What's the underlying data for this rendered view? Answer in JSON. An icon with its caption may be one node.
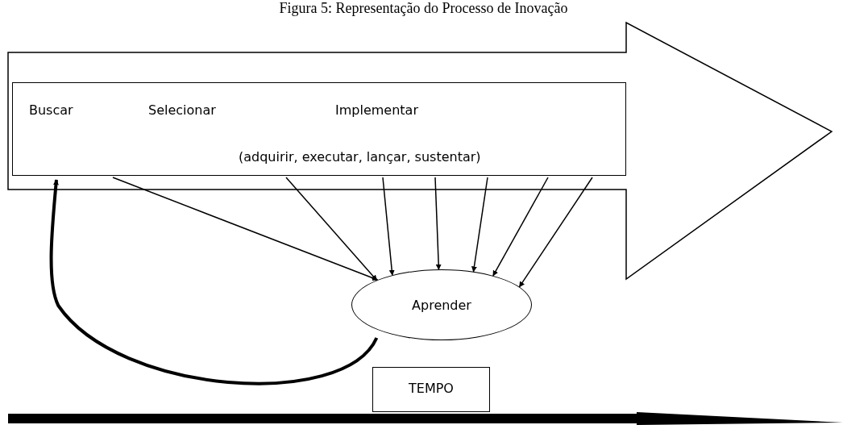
{
  "diagram": {
    "title": "Figura 5: Representação do Processo de Inovação",
    "nodes": [
      {
        "text": [],
        "shape": "arrow"
      },
      {
        "text": [
          "Buscar",
          "Selecionar",
          "Implementar",
          "(adquirir, executar, lançar, sustentar)"
        ],
        "in": 0
      },
      {
        "text": [
          "Aprender"
        ]
      },
      {
        "text": [
          "TEMPO"
        ]
      }
    ],
    "edges": [
      {
        "from": 1,
        "to": 2,
        "arrow": "to"
      },
      {
        "from": 1,
        "to": 2,
        "arrow": "to"
      },
      {
        "from": 1,
        "to": 2,
        "arrow": "to"
      },
      {
        "from": 1,
        "to": 2,
        "arrow": "to"
      },
      {
        "from": 1,
        "to": 2,
        "arrow": "to"
      },
      {
        "from": 1,
        "to": 2,
        "arrow": "to"
      },
      {
        "from": 1,
        "to": 2,
        "arrow": "to"
      },
      {
        "from": 2,
        "to": 1,
        "arrow": "to",
        "style": "thick"
      }
    ]
  }
}
